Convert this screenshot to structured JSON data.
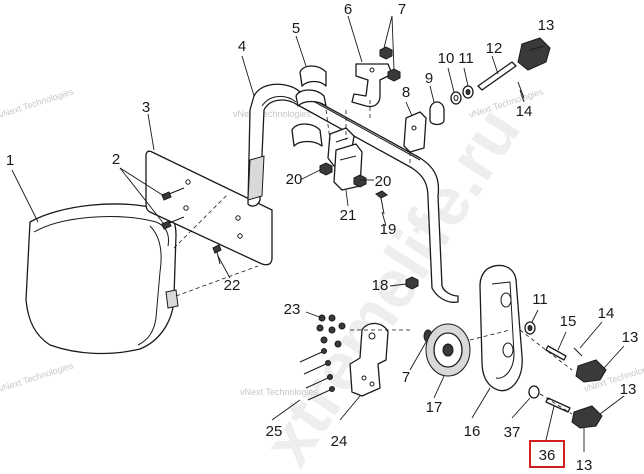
{
  "labels": {
    "l1": "1",
    "l2": "2",
    "l3": "3",
    "l4": "4",
    "l5": "5",
    "l6": "6",
    "l7a": "7",
    "l7b": "7",
    "l8": "8",
    "l9": "9",
    "l10": "10",
    "l11a": "11",
    "l11b": "11",
    "l12": "12",
    "l13a": "13",
    "l13b": "13",
    "l13c": "13",
    "l14a": "14",
    "l14b": "14",
    "l15": "15",
    "l16": "16",
    "l17": "17",
    "l18": "18",
    "l19": "19",
    "l20a": "20",
    "l20b": "20",
    "l21": "21",
    "l22": "22",
    "l23": "23",
    "l24": "24",
    "l25": "25",
    "l36": "36",
    "l37": "37"
  },
  "watermarks": {
    "vnext": "vNext Technologies",
    "site": "xtremelife.ru"
  },
  "highlight": {
    "target": "36",
    "color": "#d11f1f"
  }
}
